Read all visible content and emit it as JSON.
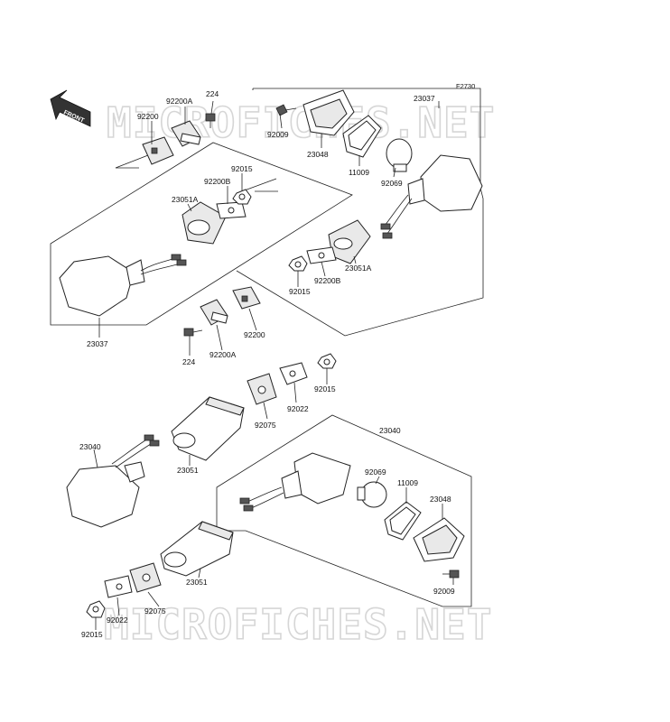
{
  "figure_code": "F2730",
  "watermark": "MICROFICHES.NET",
  "front_label": "FRONT",
  "labels": {
    "l1": "224",
    "l2": "92200A",
    "l3": "92200",
    "l4": "92009",
    "l5": "23037",
    "l6": "23048",
    "l7": "11009",
    "l8": "92069",
    "l9": "92015",
    "l10": "92200B",
    "l11": "23051A",
    "l12": "23051A",
    "l13": "92015",
    "l14": "92200B",
    "l15": "23037",
    "l16": "92200",
    "l17": "92200A",
    "l18": "224",
    "l19": "92015",
    "l20": "92022",
    "l21": "92075",
    "l22": "23040",
    "l23": "23051",
    "l24": "23040",
    "l25": "92069",
    "l26": "11009",
    "l27": "23048",
    "l28": "92009",
    "l29": "23051",
    "l30": "92075",
    "l31": "92022",
    "l32": "92015"
  }
}
